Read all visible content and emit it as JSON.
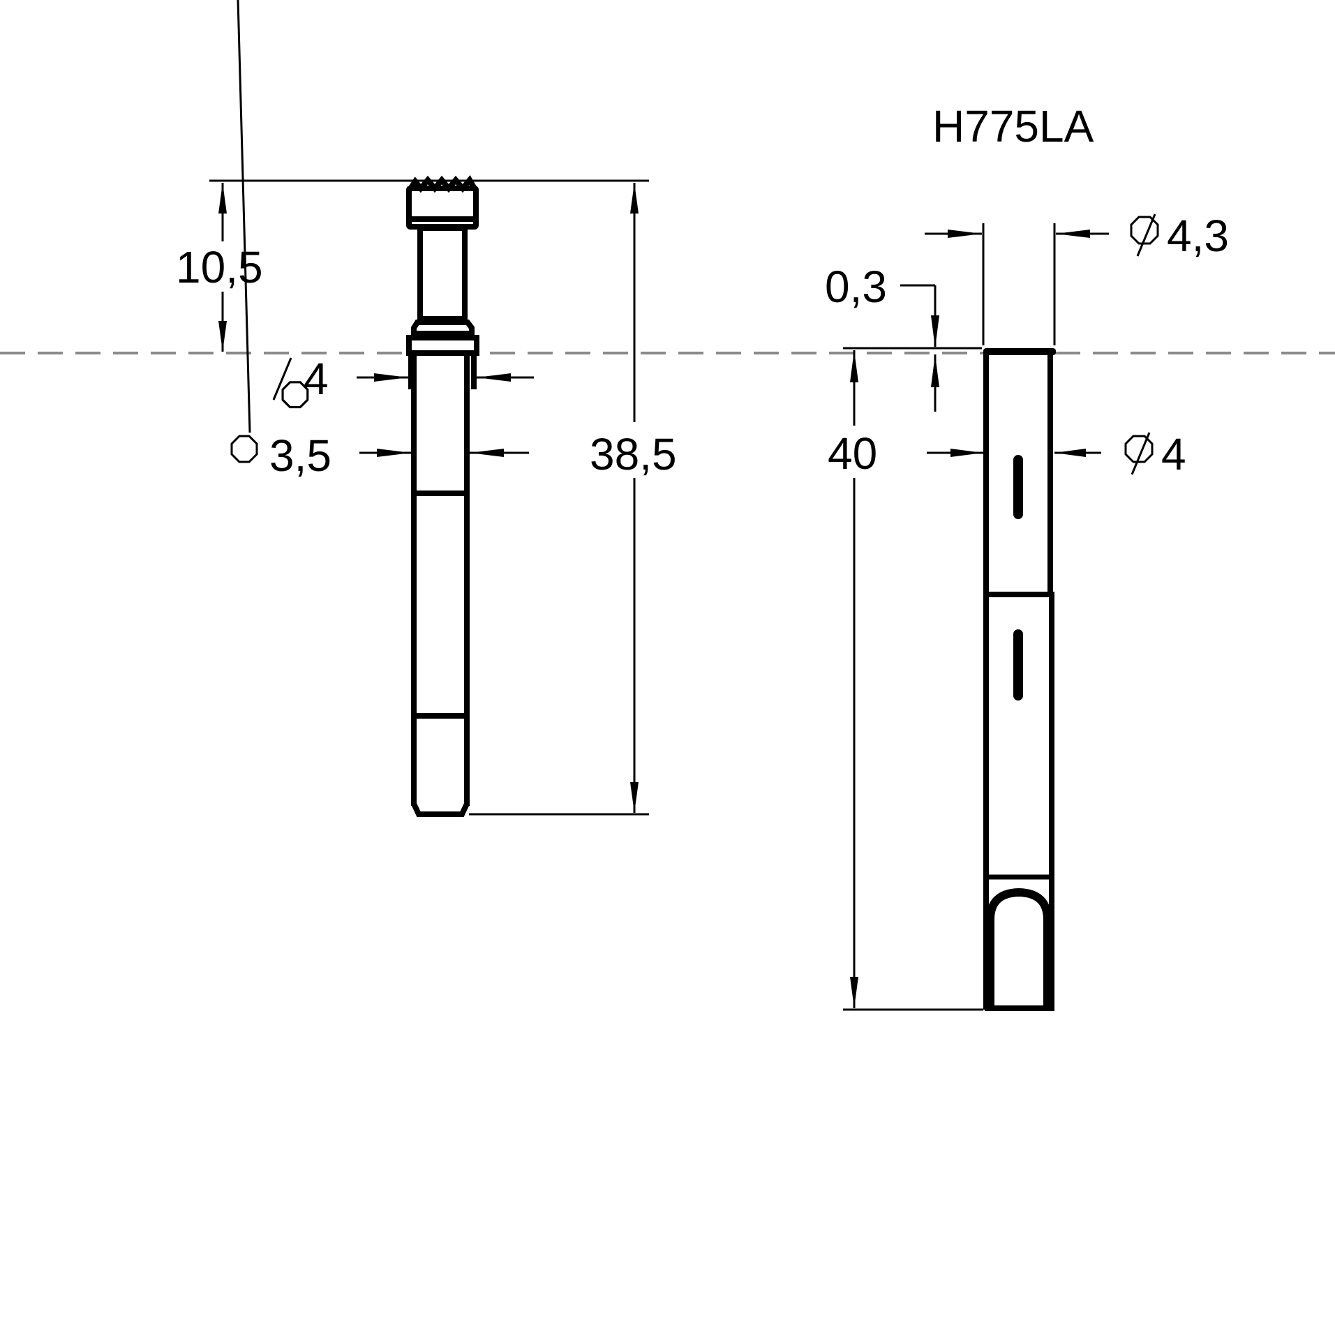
{
  "drawing": {
    "part_number": "H775LA",
    "colors": {
      "line": "#000000",
      "centerline": "#8a8a8a",
      "background": "#ffffff"
    }
  },
  "left_view": {
    "dimensions": {
      "top_height": "10,5",
      "total_length": "38,5",
      "diameter_upper": "4",
      "diameter_lower": "3,5"
    }
  },
  "right_view": {
    "dimensions": {
      "outer_diameter": "4,3",
      "wall_offset": "0,3",
      "total_length": "40",
      "diameter": "4"
    }
  }
}
